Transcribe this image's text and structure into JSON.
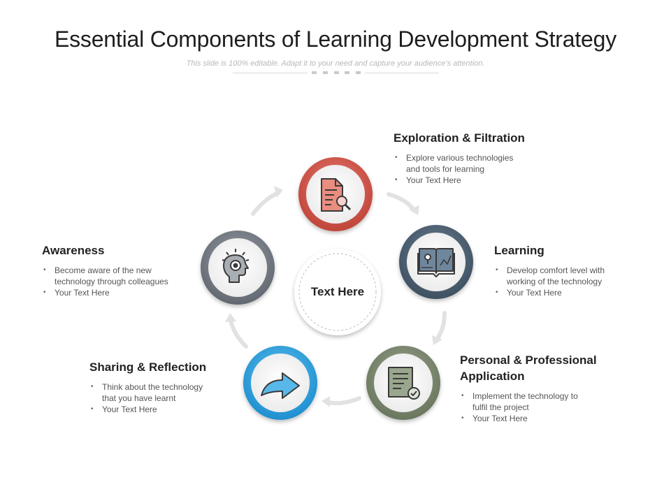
{
  "title": "Essential Components of Learning Development Strategy",
  "subtitle": "This slide is 100% editable. Adapt it to your need and capture your audience’s attention.",
  "center": {
    "label": "Text Here"
  },
  "colors": {
    "exploration": "#d5564a",
    "learning": "#4b5f70",
    "application": "#7d8a70",
    "sharing": "#2da1df",
    "awareness": "#737880",
    "arrow": "#e3e3e3"
  },
  "stages": {
    "exploration": {
      "heading": "Exploration & Filtration",
      "bullets": [
        "Explore various technologies",
        "and tools for learning",
        "Your Text Here"
      ],
      "icon": "document-search-icon"
    },
    "learning": {
      "heading": "Learning",
      "bullets": [
        "Develop comfort level with",
        "working of the technology",
        "Your Text Here"
      ],
      "icon": "open-book-icon"
    },
    "application": {
      "heading_line1": "Personal & Professional",
      "heading_line2": "Application",
      "bullets": [
        "Implement the technology to",
        "fulfil the project",
        "Your Text Here"
      ],
      "icon": "checked-document-icon"
    },
    "sharing": {
      "heading": "Sharing & Reflection",
      "bullets": [
        "Think about the technology",
        "that you have learnt",
        "Your Text Here"
      ],
      "icon": "share-arrow-icon"
    },
    "awareness": {
      "heading": "Awareness",
      "bullets": [
        "Become aware of the new",
        "technology through colleagues",
        "Your Text Here"
      ],
      "icon": "head-idea-icon"
    }
  }
}
